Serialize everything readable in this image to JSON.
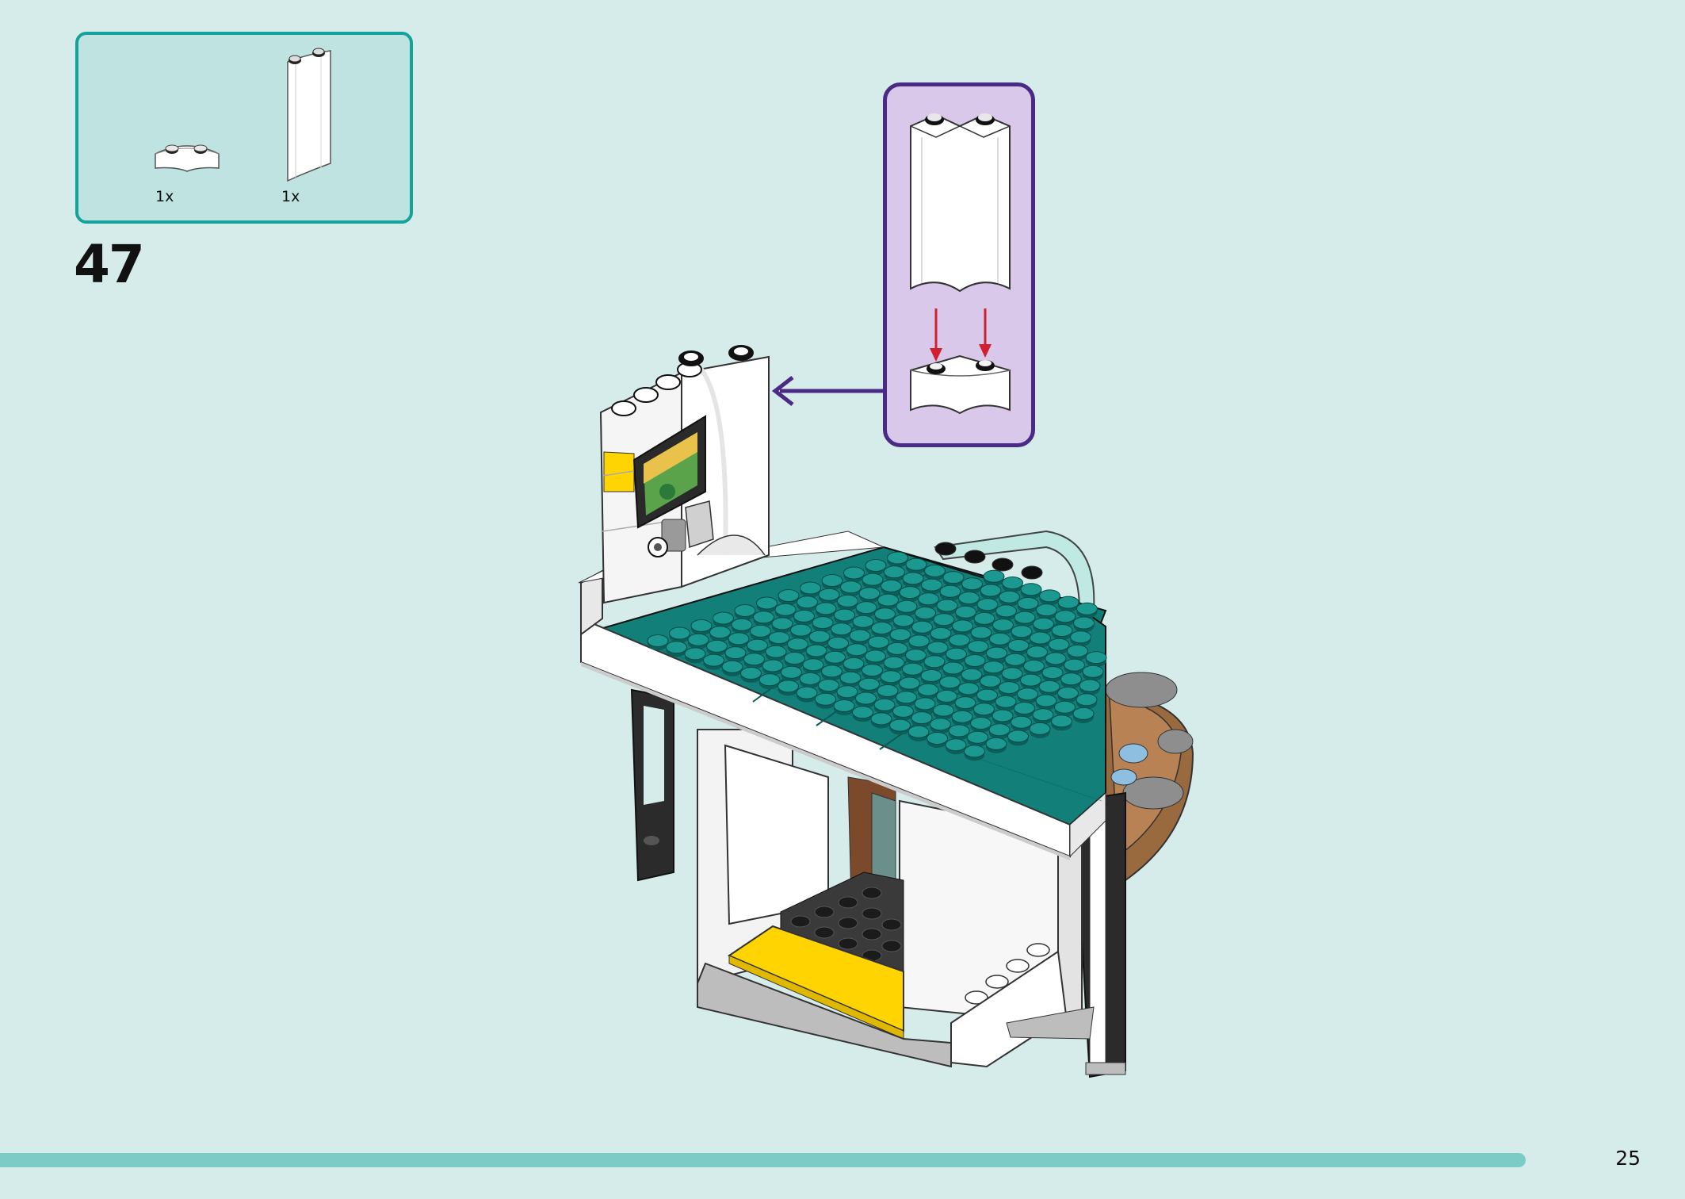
{
  "step": {
    "number": "47"
  },
  "parts_list": {
    "items": [
      {
        "icon": "white-curved-brick-2x2-icon",
        "quantity": "1x"
      },
      {
        "icon": "white-curved-panel-tall-icon",
        "quantity": "1x"
      }
    ]
  },
  "callout": {
    "icon": "curved-panel-onto-brick-icon"
  },
  "page": {
    "number": "25",
    "progress": 0.95
  },
  "colors": {
    "background": "#d6ecea",
    "parts_box_border": "#14a39b",
    "callout_border": "#4b2a86",
    "callout_fill": "#d9c8ea",
    "teal_plate": "#157f7a",
    "yellow_tile": "#ffd400",
    "progress_bar": "#7ccbc6"
  }
}
